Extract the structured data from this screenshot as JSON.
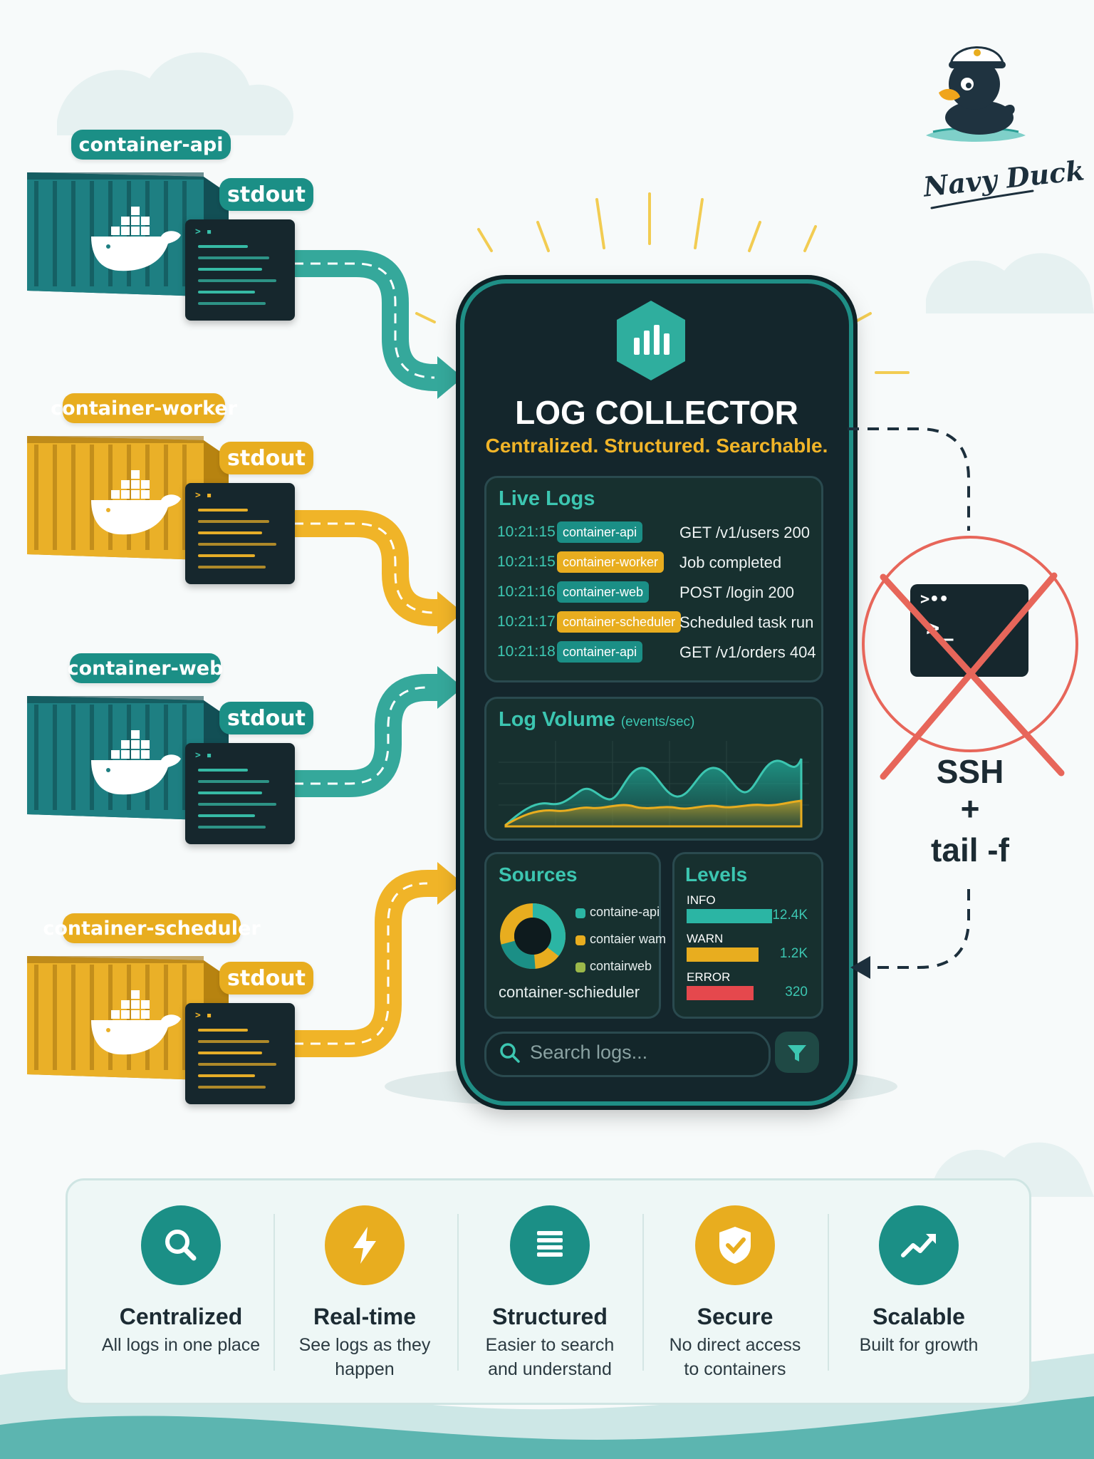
{
  "brand": {
    "name": "Navy Duck"
  },
  "containers": [
    {
      "name": "container-api",
      "stream": "stdout",
      "theme": "teal"
    },
    {
      "name": "container-worker",
      "stream": "stdout",
      "theme": "gold"
    },
    {
      "name": "container-web",
      "stream": "stdout",
      "theme": "teal"
    },
    {
      "name": "container-scheduler",
      "stream": "stdout",
      "theme": "gold"
    }
  ],
  "collector": {
    "title": "LOG COLLECTOR",
    "tagline": "Centralized. Structured. Searchable.",
    "live_logs": {
      "heading": "Live Logs",
      "rows": [
        {
          "time": "10:21:15",
          "source": "container-api",
          "theme": "teal",
          "message": "GET /v1/users 200"
        },
        {
          "time": "10:21:15",
          "source": "container-worker",
          "theme": "gold",
          "message": "Job completed"
        },
        {
          "time": "10:21:16",
          "source": "container-web",
          "theme": "teal",
          "message": "POST /login 200"
        },
        {
          "time": "10:21:17",
          "source": "container-scheduler",
          "theme": "gold",
          "message": "Scheduled task run"
        },
        {
          "time": "10:21:18",
          "source": "container-api",
          "theme": "teal",
          "message": "GET /v1/orders 404"
        }
      ]
    },
    "volume": {
      "heading": "Log Volume",
      "unit": "(events/sec)"
    },
    "sources": {
      "heading": "Sources",
      "legend": [
        "containe-api",
        "contaier wam",
        "contairweb"
      ],
      "footer": "container-schieduler"
    },
    "levels": {
      "heading": "Levels",
      "items": [
        {
          "name": "INFO",
          "label": "12.4K",
          "count": 12400,
          "color": "#2bb5a4"
        },
        {
          "name": "WARN",
          "label": "1.2K",
          "count": 1200,
          "color": "#e8ad1f"
        },
        {
          "name": "ERROR",
          "label": "320",
          "count": 320,
          "color": "#e5484d"
        }
      ]
    },
    "search": {
      "placeholder": "Search logs..."
    }
  },
  "ssh": {
    "line1": "SSH",
    "line2": "+",
    "line3": "tail -f"
  },
  "features": [
    {
      "title": "Centralized",
      "desc1": "All logs in one place",
      "desc2": "",
      "color": "#1b8f86",
      "icon": "magnifier-icon"
    },
    {
      "title": "Real-time",
      "desc1": "See logs as they",
      "desc2": "happen",
      "color": "#e8ad1f",
      "icon": "lightning-icon"
    },
    {
      "title": "Structured",
      "desc1": "Easier to search",
      "desc2": "and understand",
      "color": "#1b8f86",
      "icon": "document-icon"
    },
    {
      "title": "Secure",
      "desc1": "No direct access",
      "desc2": "to containers",
      "color": "#e8ad1f",
      "icon": "shield-check-icon"
    },
    {
      "title": "Scalable",
      "desc1": "Built for growth",
      "desc2": "",
      "color": "#1b8f86",
      "icon": "trend-up-icon"
    }
  ]
}
